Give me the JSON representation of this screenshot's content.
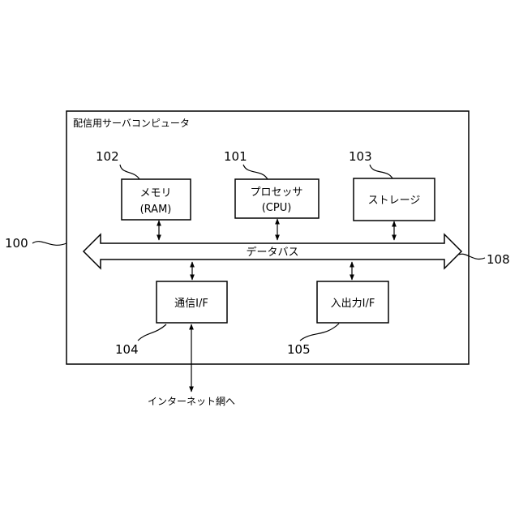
{
  "outer": {
    "title": "配信用サーバコンピュータ",
    "ref": "100"
  },
  "blocks": {
    "memory": {
      "line1": "メモリ",
      "line2": "(RAM)",
      "ref": "102"
    },
    "processor": {
      "line1": "プロセッサ",
      "line2": "(CPU)",
      "ref": "101"
    },
    "storage": {
      "line1": "ストレージ",
      "ref": "103"
    },
    "comm_if": {
      "line1": "通信I/F",
      "ref": "104"
    },
    "io_if": {
      "line1": "入出力I/F",
      "ref": "105"
    }
  },
  "bus": {
    "label": "データバス",
    "ref": "108"
  },
  "network": {
    "label": "インターネット網へ"
  }
}
